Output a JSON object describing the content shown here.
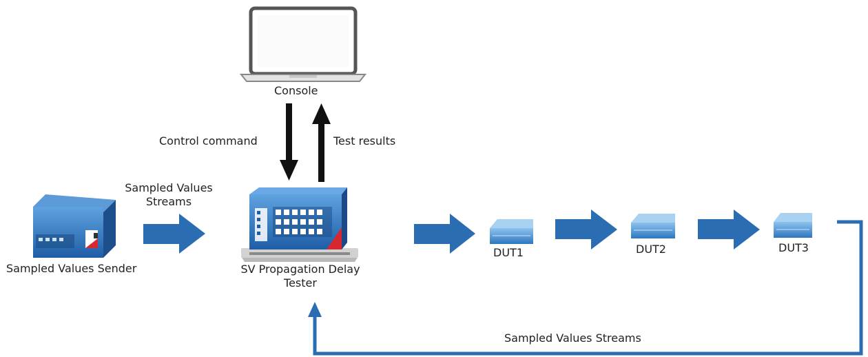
{
  "labels": {
    "console": "Console",
    "control_command": "Control command",
    "test_results": "Test results",
    "sampled_values_streams_top_line1": "Sampled Values",
    "sampled_values_streams_top_line2": "Streams",
    "sender": "Sampled Values Sender",
    "tester_line1": "SV Propagation Delay",
    "tester_line2": "Tester",
    "dut1": "DUT1",
    "dut2": "DUT2",
    "dut3": "DUT3",
    "sampled_values_streams_bottom": "Sampled Values Streams"
  },
  "colors": {
    "flow_blue": "#2a6db3",
    "command_black": "#111111",
    "device_blue": "#2f78c4",
    "accent_red": "#d7282f"
  },
  "icons": {
    "console": "laptop-icon",
    "sender": "sv-sender-device-icon",
    "tester": "sv-tester-device-icon",
    "dut": "network-switch-icon"
  }
}
